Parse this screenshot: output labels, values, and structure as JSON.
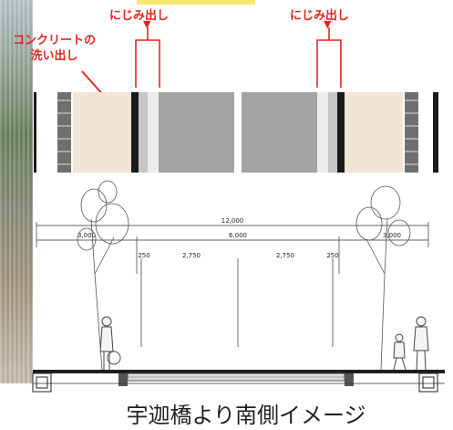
{
  "labels": {
    "bleed_left": "にじみ出し",
    "bleed_right": "にじみ出し",
    "wash_line1": "コンクリートの",
    "wash_line2": "洗い出し"
  },
  "dimensions": {
    "total": "12,000",
    "left_side": "3,000",
    "center": "6,000",
    "right_side": "3,000",
    "gap_left": "250",
    "lane_left": "2,750",
    "lane_right": "2,750",
    "gap_right": "250"
  },
  "caption": "宇迦橋より南側イメージ",
  "colors": {
    "accent_red": "#e0261f",
    "road_gray": "#a3a3a3",
    "walkway_beige": "#f3e4d8",
    "highlight_yellow": "#f7e66a"
  }
}
